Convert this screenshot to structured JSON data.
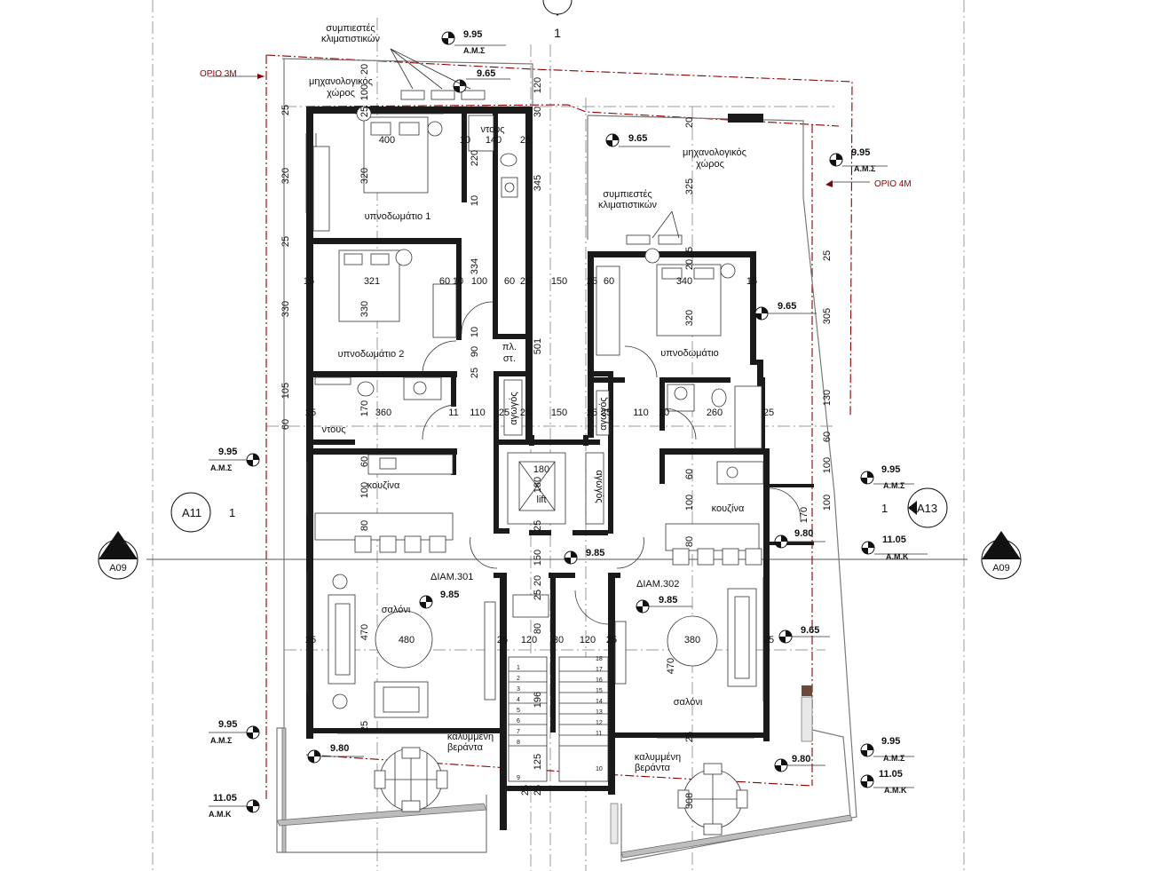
{
  "section_marker_top": "1",
  "limits": {
    "limit_3m": "ΟΡΙΟ 3Μ",
    "limit_4m": "ΟΡΙΟ 4Μ"
  },
  "levels": {
    "top_ams_value": "9.95",
    "top_ams_label": "Α.Μ.Σ",
    "top_mech_value": "9.65",
    "right_mech_value": "9.65",
    "right_ams_value": "9.95",
    "right_ams_label": "Α.Μ.Σ",
    "bedroom_right_value": "9.65",
    "left_mid_ams_value": "9.95",
    "left_mid_ams_label": "Α.Μ.Σ",
    "right_mid_ams_value": "9.95",
    "right_mid_ams_label": "Α.Μ.Σ",
    "corridor_value": "9.85",
    "kitchen_right_value": "9.80",
    "right_amk_value": "11.05",
    "right_amk_label": "Α.Μ.Κ",
    "apt301_value": "9.85",
    "apt302_value": "9.85",
    "living_right_value": "9.65",
    "veranda_left_value": "9.80",
    "left_bottom_ams_value": "9.95",
    "left_bottom_ams_label": "Α.Μ.Σ",
    "left_bottom_amk_value": "11.05",
    "left_bottom_amk_label": "Α.Μ.Κ",
    "veranda_right_value": "9.80",
    "right_bottom_ams_value": "9.95",
    "right_bottom_ams_label": "Α.Μ.Σ",
    "right_bottom_amk_value": "11.05",
    "right_bottom_amk_label": "Α.Μ.Κ"
  },
  "markers": {
    "a11_label": "A11",
    "a11_num": "1",
    "a13_label": "A13",
    "a13_num": "1",
    "left_section_num": "1",
    "left_section_ref": "A09",
    "right_section_num": "1",
    "right_section_ref": "A09"
  },
  "rooms": {
    "compressors_left_1": "συμπιεστές",
    "compressors_left_2": "κλιματιστικών",
    "mech_left_1": "μηχανολογικός",
    "mech_left_2": "χώρος",
    "shower_top": "ντους",
    "bedroom1": "υπνοδωμάτιο 1",
    "bedroom2": "υπνοδωμάτιο 2",
    "pl_1": "πλ.",
    "pl_2": "στ.",
    "shower_left": "ντους",
    "kitchen_left": "κουζίνα",
    "lift": "lift",
    "duct_1": "αγωγός",
    "duct_2": "αγωγός",
    "duct_3": "αγωγός",
    "apt301": "ΔΙΑΜ.301",
    "apt302": "ΔΙΑΜ.302",
    "living_left": "σαλόνι",
    "living_right": "σαλόνι",
    "veranda_left_1": "καλυμμένη",
    "veranda_left_2": "βεράντα",
    "veranda_right_1": "καλυμμένη",
    "veranda_right_2": "βεράντα",
    "mech_right_1": "μηχανολογικός",
    "mech_right_2": "χώρος",
    "compressors_right_1": "συμπιεστές",
    "compressors_right_2": "κλιματιστικών",
    "bedroom_right": "υπνοδωμάτιο",
    "kitchen_right": "κουζίνα"
  },
  "dims": {
    "d20a": "20",
    "d100a": "100",
    "d120": "120",
    "d30a": "30",
    "d25a": "25",
    "d25b": "25",
    "d320a": "320",
    "d400": "400",
    "d320b": "320",
    "d10a": "10",
    "d140": "140",
    "d25c": "25",
    "d220": "220",
    "d345": "345",
    "d10b": "10",
    "d25d": "25",
    "d334": "334",
    "d15a": "15",
    "d321": "321",
    "d60a": "60",
    "d10c": "10",
    "d100b": "100",
    "d60b": "60",
    "d25e": "25",
    "d150a": "150",
    "d25f": "25",
    "d60c": "60",
    "d340": "340",
    "d15b": "15",
    "d330a": "330",
    "d330b": "330",
    "d10d": "10",
    "d90": "90",
    "d25g": "25",
    "d501": "501",
    "d105": "105",
    "d60d": "60",
    "d25h": "25",
    "d170a": "170",
    "d360": "360",
    "d11": "11",
    "d110a": "110",
    "d25i": "25",
    "d25j": "25",
    "d150b": "150",
    "d25k": "25",
    "d25l": "25",
    "d110b": "110",
    "d10e": "10",
    "d180a": "180",
    "d260": "260",
    "d25m": "25",
    "d60e": "60",
    "d100c": "100",
    "d180b": "180",
    "d100d": "100",
    "d25n": "25",
    "d80a": "80",
    "d150c": "150",
    "d60f": "60",
    "d100e": "100",
    "d170b": "170",
    "d25o": "25",
    "d20b": "20",
    "d80b": "80",
    "d470a": "470",
    "d480": "480",
    "d25p": "25",
    "d80c": "80",
    "d25q": "25",
    "d120b": "120",
    "d30b": "30",
    "d120c": "120",
    "d470b": "470",
    "d380": "380",
    "d25r": "25",
    "d196": "196",
    "d25s": "25",
    "d125": "125",
    "d25t": "25",
    "d25u": "25",
    "d308": "308",
    "d25v": "25",
    "d320c": "320",
    "d325": "325",
    "d25w": "25",
    "d305": "305",
    "d130": "130",
    "d60g": "60",
    "d100f": "100",
    "d100g": "100",
    "d25x": "25",
    "d20c": "20",
    "d20d": "20",
    "d25y": "25"
  },
  "stairs": {
    "left": [
      "1",
      "2",
      "3",
      "4",
      "5",
      "6",
      "7",
      "8",
      "9"
    ],
    "right": [
      "18",
      "17",
      "16",
      "15",
      "14",
      "13",
      "12",
      "11",
      "10"
    ]
  }
}
